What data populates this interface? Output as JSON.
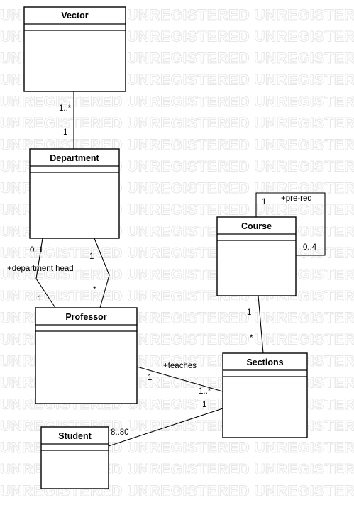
{
  "watermark": {
    "text": "UNREGISTERED UNREGISTERED UNREGISTERED",
    "color": "#e6e6e6"
  },
  "classes": {
    "vector": "Vector",
    "department": "Department",
    "professor": "Professor",
    "student": "Student",
    "course": "Course",
    "sections": "Sections"
  },
  "associations": {
    "vector_department": {
      "vector_end": "1..*",
      "department_end": "1"
    },
    "department_head": {
      "role": "+department head",
      "department_end": "0..1",
      "professor_end": "1"
    },
    "department_professor": {
      "department_end": "1",
      "professor_end": "*"
    },
    "teaches": {
      "role": "+teaches",
      "professor_end": "1",
      "sections_end": "1..*"
    },
    "student_sections": {
      "student_end": "8..80",
      "sections_end": "1"
    },
    "course_sections": {
      "course_end": "1",
      "sections_end": "*"
    },
    "pre_req": {
      "role": "+pre-req",
      "start_end": "1",
      "loop_end": "0..4"
    }
  }
}
